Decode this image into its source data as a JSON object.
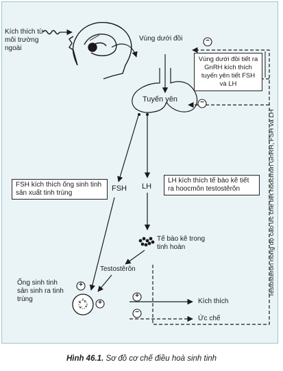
{
  "labels": {
    "stimulus": "Kích thích từ môi trường ngoài",
    "hypothalamus": "Vùng dưới đồi",
    "pituitary": "Tuyến yên",
    "hypothalamus_action": "Vùng dưới đồi tiết ra GnRH kích thích tuyến yên tiết FSH và LH",
    "fsh": "FSH",
    "lh": "LH",
    "fsh_action": "FSH kích thích ống sinh tinh sản xuất tinh trùng",
    "lh_action": "LH kích thích tế bào kẽ tiết ra hoocmôn testostêrôn",
    "interstitial_cells": "Tế bào kẽ trong tinh hoàn",
    "testosterone": "Testostêrôn",
    "seminiferous": "Ống sinh tinh sản sinh ra tinh trùng",
    "feedback": "Testostêrôn nồng độ cao ức chế tiết hoocmôn GnRH, FSH và LH"
  },
  "legend": {
    "stimulate": "Kích thích",
    "inhibit": "Ức chế"
  },
  "symbols": {
    "plus": "+",
    "minus": "−"
  },
  "caption": {
    "number": "Hình 46.1.",
    "text": "Sơ đồ cơ chế điều hoà sinh tinh"
  }
}
